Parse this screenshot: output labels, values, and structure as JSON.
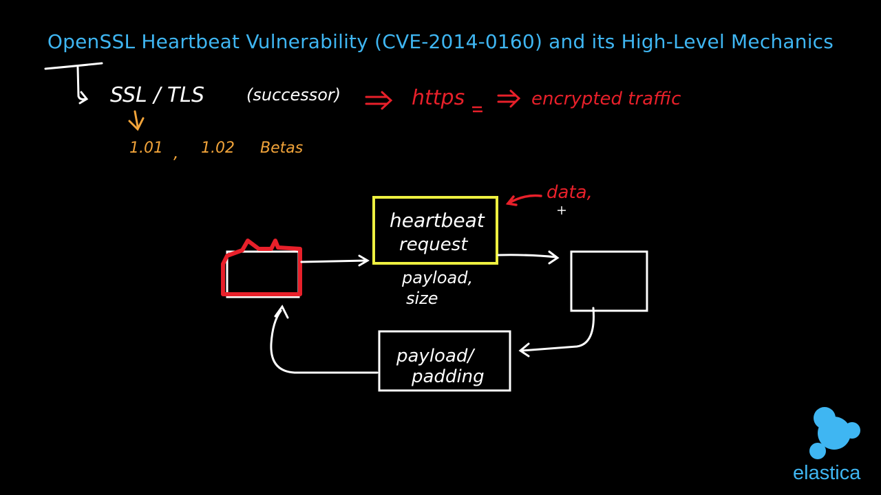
{
  "title": "OpenSSL Heartbeat Vulnerability (CVE-2014-0160) and its High-Level Mechanics",
  "notes": {
    "ssl_tls": "SSL / TLS",
    "successor": "(successor)",
    "https": "https",
    "encrypted_traffic": "encrypted traffic",
    "v101": "1.01",
    "v102": "1.02",
    "betas": "Betas"
  },
  "diagram": {
    "heartbeat_line1": "heartbeat",
    "heartbeat_line2": "request",
    "data_label": "data,",
    "payload_size_line1": "payload,",
    "payload_size_line2": "size",
    "payload_padding_line1": "payload/",
    "payload_padding_line2": "padding"
  },
  "logo": {
    "text": "elastica"
  },
  "colors": {
    "title": "#3fb6f2",
    "white": "#ffffff",
    "red": "#e8202a",
    "orange": "#f2a43a",
    "yellow": "#eef040",
    "logo": "#3fb6f2"
  }
}
